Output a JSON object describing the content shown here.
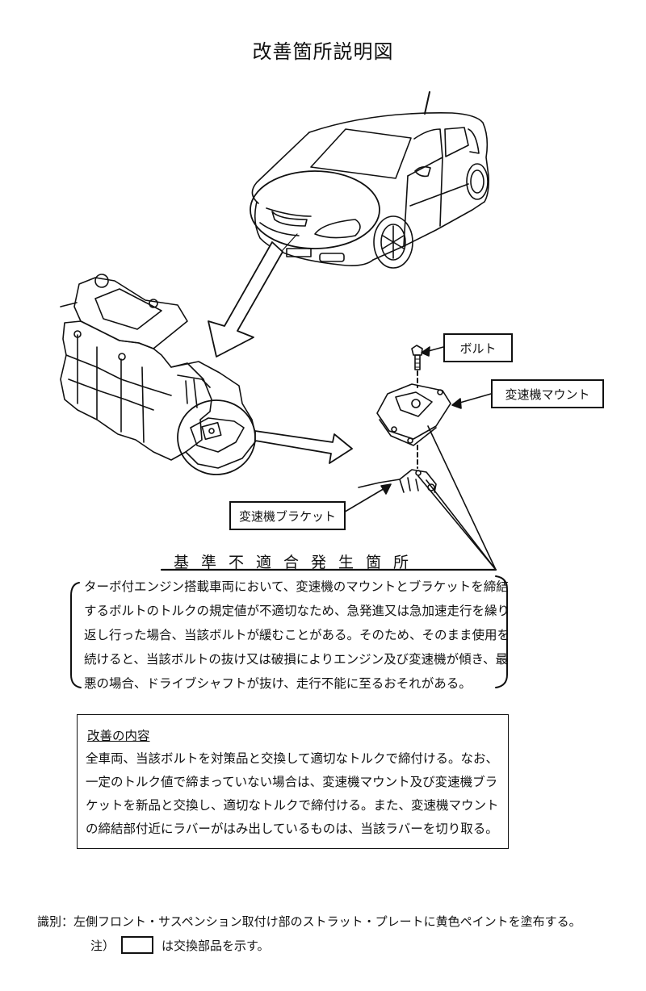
{
  "document": {
    "title": "改善箇所説明図"
  },
  "diagram": {
    "illustrations": [
      {
        "name": "vehicle-illustration",
        "description": "hatchback car, front-left view with engine bay circled"
      },
      {
        "name": "engine-transmission-illustration",
        "description": "engine and transmission assembly with mount area circled"
      },
      {
        "name": "mount-exploded-illustration",
        "description": "exploded view of bolt, transmission mount, bracket"
      }
    ],
    "callouts": {
      "bolt": "ボルト",
      "transmission_mount": "変速機マウント",
      "transmission_bracket": "変速機ブラケット"
    }
  },
  "problem": {
    "heading": "基準不適合発生箇所",
    "lines": [
      "ターボ付エンジン搭載車両において、変速機のマウントとブラケットを締結",
      "するボルトのトルクの規定値が不適切なため、急発進又は急加速走行を繰り",
      "返し行った場合、当該ボルトが緩むことがある。そのため、そのまま使用を",
      "続けると、当該ボルトの抜け又は破損によりエンジン及び変速機が傾き、最",
      "悪の場合、ドライブシャフトが抜け、走行不能に至るおそれがある。"
    ]
  },
  "improvement": {
    "title": "改善の内容",
    "lines": [
      "全車両、当該ボルトを対策品と交換して適切なトルクで締付ける。なお、",
      "一定のトルク値で締まっていない場合は、変速機マウント及び変速機ブラ",
      "ケットを新品と交換し、適切なトルクで締付ける。また、変速機マウント",
      "の締結部付近にラバーがはみ出しているものは、当該ラバーを切り取る。"
    ]
  },
  "footer": {
    "identification": "識別：左側フロント・サスペンション取付け部のストラット・プレートに黄色ペイントを塗布する。",
    "note_prefix": "注）",
    "note_suffix": "は交換部品を示す。"
  }
}
